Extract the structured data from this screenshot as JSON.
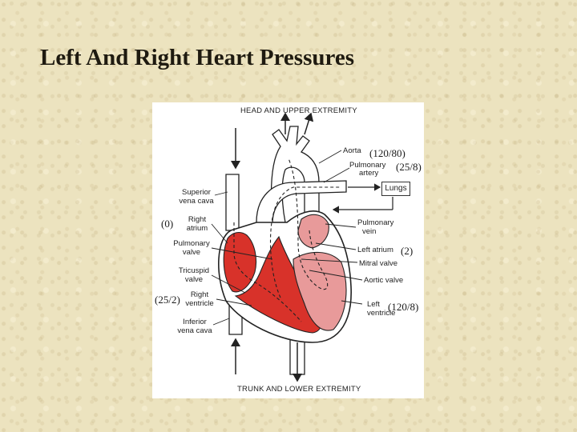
{
  "slide": {
    "title": "Left And Right Heart Pressures"
  },
  "figure": {
    "caption_top": "HEAD AND UPPER EXTREMITY",
    "caption_bottom": "TRUNK AND LOWER EXTREMITY",
    "labels": {
      "aorta": "Aorta",
      "pulmonary_artery_1": "Pulmonary",
      "pulmonary_artery_2": "artery",
      "lungs": "Lungs",
      "superior_vc_1": "Superior",
      "superior_vc_2": "vena cava",
      "right_atrium_1": "Right",
      "right_atrium_2": "atrium",
      "pulmonary_vein_1": "Pulmonary",
      "pulmonary_vein_2": "vein",
      "pulmonary_valve_1": "Pulmonary",
      "pulmonary_valve_2": "valve",
      "left_atrium": "Left atrium",
      "mitral_valve": "Mitral valve",
      "tricuspid_valve_1": "Tricuspid",
      "tricuspid_valve_2": "valve",
      "aortic_valve": "Aortic valve",
      "right_ventricle_1": "Right",
      "right_ventricle_2": "ventricle",
      "left_ventricle_1": "Left",
      "left_ventricle_2": "ventricle",
      "inferior_vc_1": "Inferior",
      "inferior_vc_2": "vena cava"
    },
    "pressures": {
      "aorta": "(120/80)",
      "pulmonary_artery": "(25/8)",
      "right_atrium": "(0)",
      "left_atrium": "(2)",
      "right_ventricle": "(25/2)",
      "left_ventricle": "(120/8)"
    },
    "colors": {
      "right_heart": "#d8322a",
      "left_heart": "#e89a9a",
      "outline": "#222222"
    }
  }
}
